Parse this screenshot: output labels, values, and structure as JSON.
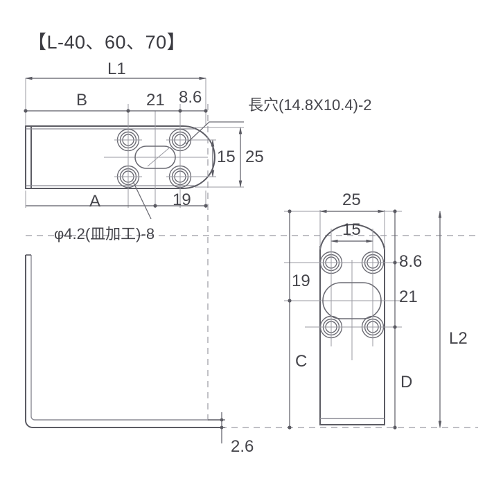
{
  "drawing": {
    "title": "【L-40、60、70】",
    "top_view": {
      "name": "top-view",
      "dimensions": {
        "overall_length": "L1",
        "b_length": "B",
        "a_length": "A",
        "hole_pitch_horizontal": "21",
        "edge_offset": "8.6",
        "slot_center_offset": "19",
        "hole_pitch_vertical": "15",
        "width": "25"
      },
      "notes": {
        "slot_note": "長穴(14.8X10.4)-2",
        "hole_note": "φ4.2(皿加工)-8"
      }
    },
    "side_view": {
      "name": "side-view",
      "dimensions": {
        "thickness": "2.6"
      }
    },
    "right_view": {
      "name": "right-view",
      "dimensions": {
        "width": "25",
        "hole_pitch_horizontal": "15",
        "slot_offset": "19",
        "edge_offset": "8.6",
        "hole_pitch_vertical": "21",
        "overall_height": "L2",
        "c_height": "C",
        "d_height": "D"
      }
    },
    "colors": {
      "line": "#5b5b63",
      "thin_line": "#8a8a93",
      "text": "#45454b",
      "background": "#ffffff"
    }
  }
}
